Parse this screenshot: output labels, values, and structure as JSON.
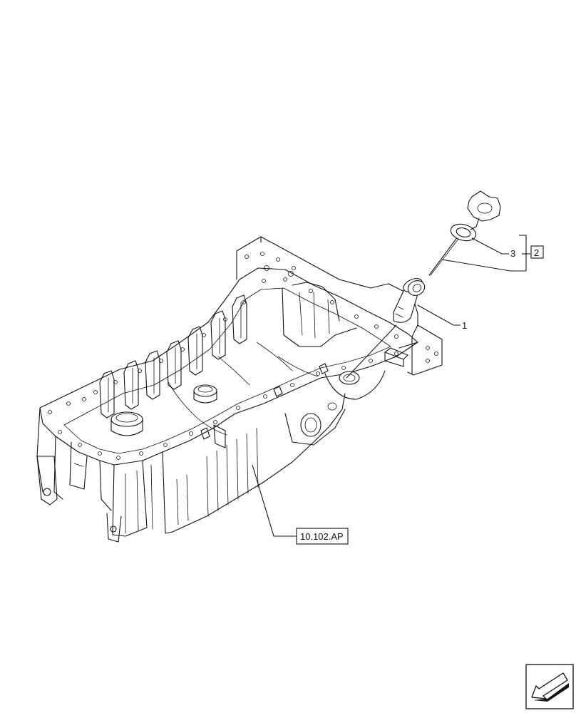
{
  "callouts": {
    "item1": "1",
    "item3": "3",
    "group": "2",
    "reference": "10.102.AP"
  },
  "icons": {
    "nav": "arrow-navigation-icon"
  }
}
